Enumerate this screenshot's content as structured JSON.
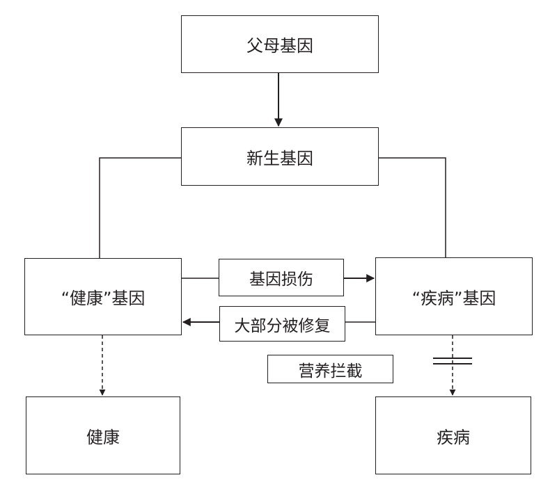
{
  "nodes": {
    "parent_genes": "父母基因",
    "new_genes": "新生基因",
    "healthy_genes": "“健康”基因",
    "disease_genes": "“疾病”基因",
    "healthy": "健康",
    "disease": "疾病"
  },
  "edge_labels": {
    "gene_damage": "基因损伤",
    "mostly_repaired": "大部分被修复",
    "nutrition_block": "营养拦截"
  },
  "colors": {
    "stroke": "#231f20",
    "background": "#ffffff"
  }
}
